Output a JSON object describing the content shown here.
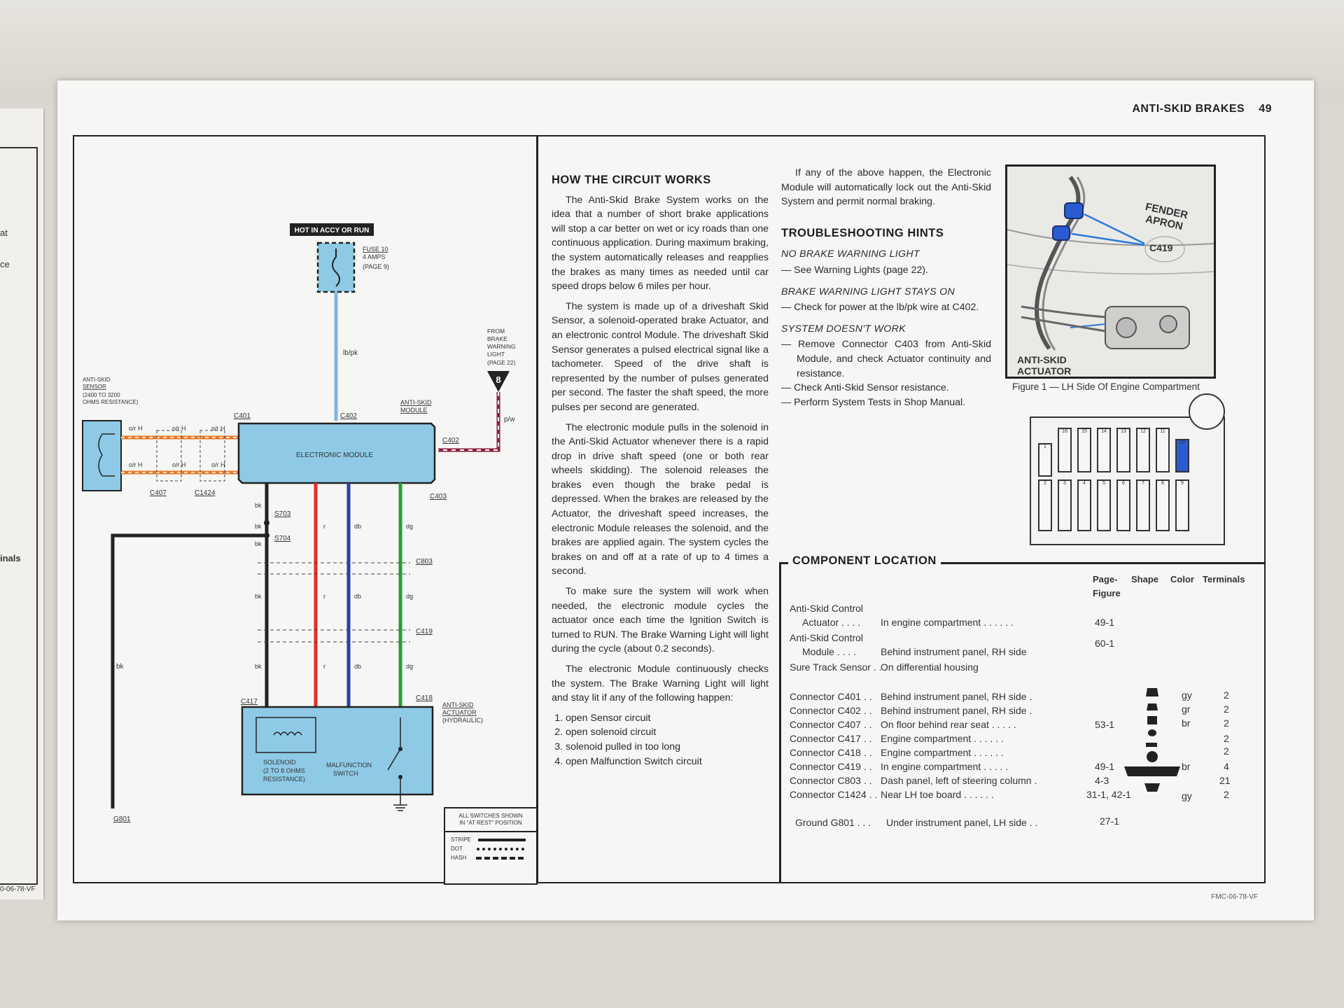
{
  "header": {
    "section": "ANTI-SKID BRAKES",
    "page": "49"
  },
  "left_page": {
    "frag1": "at",
    "frag2": "ce",
    "frag3": "inals",
    "footer": "0-06-78-VF"
  },
  "diagram": {
    "hot_label": "HOT IN ACCY OR RUN",
    "fuse_label1": "FUSE 10",
    "fuse_label2": "4 AMPS",
    "fuse_label3": "(PAGE 9)",
    "wire_lbpk": "lb/pk",
    "from_label1": "FROM",
    "from_label2": "BRAKE",
    "from_label3": "WARNING",
    "from_label4": "LIGHT",
    "from_label5": "(PAGE 22)",
    "from_num": "8",
    "wire_pw": "p/w",
    "sensor_label1": "ANTI-SKID",
    "sensor_label2": "SENSOR",
    "sensor_label3": "(2400 TO 3200",
    "sensor_label4": "OHMS RESISTANCE)",
    "c401": "C401",
    "c402": "C402",
    "c402b": "C402",
    "c403": "C403",
    "c407": "C407",
    "c1424": "C1424",
    "c803": "C803",
    "c419": "C419",
    "c417": "C417",
    "c418": "C418",
    "module_label1": "ANTI-SKID",
    "module_label2": "MODULE",
    "module_name": "ELECTRONIC MODULE",
    "wire_orh": "o/r H",
    "s703": "S703",
    "s704": "S704",
    "w_bk": "bk",
    "w_r": "r",
    "w_db": "db",
    "w_dg": "dg",
    "act_label1": "ANTI-SKID",
    "act_label2": "ACTUATOR",
    "act_label3": "(HYDRAULIC)",
    "solenoid1": "SOLENOID",
    "solenoid2": "(2 TO 8 OHMS",
    "solenoid3": "RESISTANCE)",
    "malf1": "MALFUNCTION",
    "malf2": "SWITCH",
    "g801": "G801",
    "legend_title1": "ALL SWITCHES SHOWN",
    "legend_title2": "IN \"AT REST\" POSITION",
    "legend_stripe": "STRIPE",
    "legend_dot": "DOT",
    "legend_hash": "HASH"
  },
  "how": {
    "title": "HOW THE CIRCUIT WORKS",
    "p1": "The Anti-Skid Brake System works on the idea that a number of short brake applications will stop a car better on wet or icy roads than one continuous application. During maximum braking, the system automatically releases and reapplies the brakes as many times as needed until car speed drops below 6 miles per hour.",
    "p2": "The system is made up of a driveshaft Skid Sensor, a solenoid-operated brake Actuator, and an electronic control Module. The driveshaft Skid Sensor generates a pulsed electrical signal like a tachometer. Speed of the drive shaft is represented by the number of pulses generated per second. The faster the shaft speed, the more pulses per second are generated.",
    "p3": "The electronic module pulls in the solenoid in the Anti-Skid Actuator whenever there is a rapid drop in drive shaft speed (one or both rear wheels skidding). The solenoid releases the brakes even though the brake pedal is depressed. When the brakes are released by the Actuator, the driveshaft speed increases, the electronic Module releases the solenoid, and the brakes are applied again. The system cycles the brakes on and off at a rate of up to 4 times a second.",
    "p4": "To make sure the system will work when needed, the electronic module cycles the actuator once each time the Ignition Switch is turned to RUN. The Brake Warning Light will light during the cycle (about 0.2 seconds).",
    "p5": "The electronic Module continuously checks the system. The Brake Warning Light will light and stay lit if any of the following happen:",
    "list": [
      "open Sensor circuit",
      "open solenoid circuit",
      "solenoid pulled in too long",
      "open Malfunction Switch circuit"
    ]
  },
  "col2": {
    "p1": "If any of the above happen, the Electronic Module will automatically lock out the Anti-Skid System and permit normal braking.",
    "ts_title": "TROUBLESHOOTING HINTS",
    "h1": "NO BRAKE WARNING LIGHT",
    "h1_i1": "— See Warning Lights (page 22).",
    "h2": "BRAKE WARNING LIGHT STAYS ON",
    "h2_i1": "— Check for power at the lb/pk wire at C402.",
    "h3": "SYSTEM DOESN'T WORK",
    "h3_i1": "— Remove Connector C403 from Anti-Skid Module, and check Actuator continuity and resistance.",
    "h3_i2": "— Check Anti-Skid Sensor resistance.",
    "h3_i3": "— Perform System Tests in Shop Manual."
  },
  "figure": {
    "fender1": "FENDER",
    "fender2": "APRON",
    "c419": "C419",
    "act1": "ANTI-SKID",
    "act2": "ACTUATOR",
    "caption": "Figure 1 — LH Side Of Engine Compartment",
    "fuse_top": [
      "1",
      "16",
      "15",
      "14",
      "13",
      "12",
      "11",
      "10"
    ],
    "fuse_bottom": [
      "2",
      "3",
      "4",
      "5",
      "6",
      "7",
      "8",
      "9"
    ]
  },
  "component": {
    "title": "COMPONENT LOCATION",
    "h_page": "Page-",
    "h_figure": "Figure",
    "h_shape": "Shape",
    "h_color": "Color",
    "h_terminals": "Terminals",
    "rows": [
      {
        "name1": "Anti-Skid Control",
        "name2": "Actuator . . . .",
        "loc": "In engine compartment . . . . . .",
        "fig": "49-1",
        "color": "",
        "term": ""
      },
      {
        "name1": "Anti-Skid Control",
        "name2": "Module . . . .",
        "loc": "Behind instrument panel, RH side",
        "fig": "60-1",
        "color": "",
        "term": ""
      },
      {
        "name1": "Sure Track Sensor . . .",
        "name2": "",
        "loc": "On differential housing",
        "fig": "",
        "color": "",
        "term": ""
      },
      {
        "name1": "Connector C401 . .",
        "name2": "",
        "loc": "Behind instrument panel, RH side .",
        "fig": "",
        "color": "gy",
        "term": "2"
      },
      {
        "name1": "Connector C402 . .",
        "name2": "",
        "loc": "Behind instrument panel, RH side .",
        "fig": "",
        "color": "gr",
        "term": "2"
      },
      {
        "name1": "Connector C407 . .",
        "name2": "",
        "loc": "On floor behind rear seat . . . . .",
        "fig": "53-1",
        "color": "br",
        "term": "2"
      },
      {
        "name1": "Connector C417 . .",
        "name2": "",
        "loc": "Engine compartment . . . . . .",
        "fig": "",
        "color": "",
        "term": "2"
      },
      {
        "name1": "Connector C418 . .",
        "name2": "",
        "loc": "Engine compartment . . . . . .",
        "fig": "",
        "color": "",
        "term": "2"
      },
      {
        "name1": "Connector C419 . .",
        "name2": "",
        "loc": "In engine compartment . . . . .",
        "fig": "49-1",
        "color": "br",
        "term": "4"
      },
      {
        "name1": "Connector C803 . .",
        "name2": "",
        "loc": "Dash panel, left of steering column .",
        "fig": "4-3",
        "color": "",
        "term": "21"
      },
      {
        "name1": "Connector C1424 . .",
        "name2": "",
        "loc": "Near LH toe board . . . . . .",
        "fig": "31-1, 42-1",
        "color": "gy",
        "term": "2"
      },
      {
        "name1": "Ground G801 . . .",
        "name2": "",
        "loc": "Under instrument panel, LH side . .",
        "fig": "27-1",
        "color": "",
        "term": ""
      }
    ]
  },
  "footer": "FMC-06-78-VF",
  "colors": {
    "module_blue": "#8ecae6",
    "wire_orange": "#e87722",
    "wire_red": "#e0302a",
    "wire_blue": "#2a3fb0",
    "wire_green": "#2a9a3a",
    "wire_black": "#222222",
    "wire_lightblue": "#7fb6e0"
  }
}
